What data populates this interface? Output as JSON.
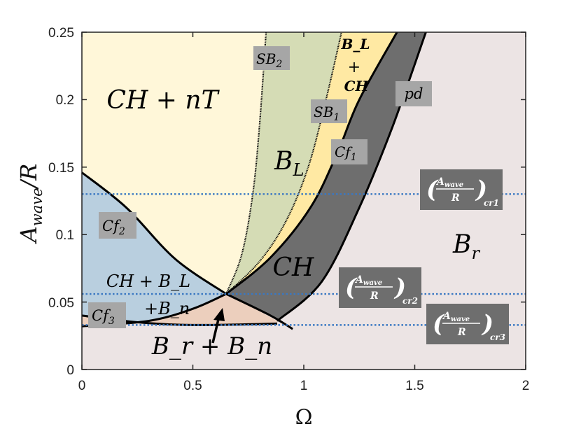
{
  "chart_data": {
    "type": "area",
    "xlabel": "Ω",
    "ylabel": "A_wave/R",
    "xlim": [
      0,
      2
    ],
    "ylim": [
      0,
      0.25
    ],
    "x_ticks": [
      "0",
      "0.5",
      "1",
      "1.5",
      "2"
    ],
    "y_ticks": [
      "0",
      "0.05",
      "0.1",
      "0.15",
      "0.2",
      "0.25"
    ],
    "grid": false,
    "colors": {
      "ch_nt": "#fff7d9",
      "bl": "#d5dcb5",
      "bl_ch": "#ffe9a3",
      "ch": "#6e6e6e",
      "ch_bl_bn": "#b9cfdf",
      "br_bn": "#eccfbd",
      "br": "#ece4e4",
      "label_box": "#a6a6a6",
      "crit_box": "#6e6e6e",
      "threshold_line": "#3a78c2"
    },
    "regions": [
      {
        "name": "CH + nT",
        "label": "CH + nT"
      },
      {
        "name": "B_L",
        "label": "B",
        "sub": "L"
      },
      {
        "name": "B_L + CH",
        "lines": [
          "B_L",
          "+",
          "CH"
        ]
      },
      {
        "name": "CH",
        "label": "CH"
      },
      {
        "name": "B_r",
        "label": "B",
        "sub": "r"
      },
      {
        "name": "CH + B_L + B_n",
        "line1": "CH + B_L",
        "line2": "+B_n"
      },
      {
        "name": "B_r + B_n",
        "label": "B_r + B_n"
      }
    ],
    "boundary_labels": [
      {
        "base": "SB",
        "sub": "2"
      },
      {
        "base": "SB",
        "sub": "1"
      },
      {
        "base": "pd",
        "sub": ""
      },
      {
        "base": "Cf",
        "sub": "1"
      },
      {
        "base": "Cf",
        "sub": "2"
      },
      {
        "base": "Cf",
        "sub": "3"
      }
    ],
    "thresholds": [
      {
        "name": "(A_wave/R)_cr1",
        "sub": "cr1",
        "y": 0.13
      },
      {
        "name": "(A_wave/R)_cr2",
        "sub": "cr2",
        "y": 0.056
      },
      {
        "name": "(A_wave/R)_cr3",
        "sub": "cr3",
        "y": 0.033
      }
    ],
    "boundaries": {
      "SB2": [
        [
          0.65,
          0.056
        ],
        [
          0.72,
          0.085
        ],
        [
          0.77,
          0.13
        ],
        [
          0.8,
          0.18
        ],
        [
          0.83,
          0.25
        ]
      ],
      "SB1": [
        [
          0.65,
          0.056
        ],
        [
          0.8,
          0.08
        ],
        [
          0.92,
          0.11
        ],
        [
          1.02,
          0.15
        ],
        [
          1.1,
          0.2
        ],
        [
          1.17,
          0.25
        ]
      ],
      "Cf1": [
        [
          0.65,
          0.056
        ],
        [
          0.85,
          0.083
        ],
        [
          1.03,
          0.12
        ],
        [
          1.15,
          0.16
        ],
        [
          1.25,
          0.2
        ],
        [
          1.42,
          0.25
        ]
      ],
      "pd": [
        [
          0.88,
          0.036
        ],
        [
          1.08,
          0.065
        ],
        [
          1.25,
          0.12
        ],
        [
          1.4,
          0.18
        ],
        [
          1.55,
          0.25
        ]
      ],
      "Cf2": [
        [
          0,
          0.146
        ],
        [
          0.2,
          0.12
        ],
        [
          0.42,
          0.082
        ],
        [
          0.65,
          0.056
        ]
      ],
      "Cf3": [
        [
          0,
          0.04
        ],
        [
          0.25,
          0.035
        ],
        [
          0.5,
          0.033
        ],
        [
          0.88,
          0.034
        ]
      ],
      "Br_Bn_top": [
        [
          0,
          0.032
        ],
        [
          0.3,
          0.036
        ],
        [
          0.5,
          0.045
        ],
        [
          0.65,
          0.056
        ]
      ],
      "Br_Bn_right": [
        [
          0.65,
          0.056
        ],
        [
          0.85,
          0.04
        ],
        [
          0.95,
          0.03
        ]
      ]
    }
  }
}
